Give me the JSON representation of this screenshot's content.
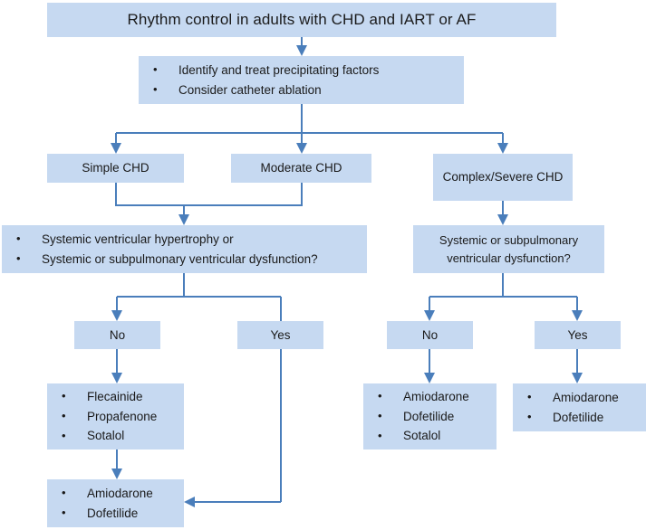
{
  "diagram": {
    "title": "Rhythm control in adults with CHD and IART or AF",
    "colors": {
      "node_fill": "#c6d9f1",
      "connector": "#4a7ebb",
      "text": "#1a1a1a",
      "background": "#ffffff"
    },
    "nodes": {
      "root": {
        "label": "Rhythm control in adults with CHD and IART or AF"
      },
      "initial_steps": {
        "items": [
          "Identify and treat precipitating factors",
          "Consider catheter ablation"
        ]
      },
      "simple_chd": {
        "label": "Simple CHD"
      },
      "moderate_chd": {
        "label": "Moderate CHD"
      },
      "complex_chd": {
        "label": "Complex/Severe CHD"
      },
      "question_left": {
        "items": [
          "Systemic ventricular hypertrophy or",
          "Systemic or subpulmonary ventricular dysfunction?"
        ]
      },
      "question_right": {
        "line1": "Systemic or subpulmonary",
        "line2": "ventricular dysfunction?"
      },
      "left_no": {
        "label": "No"
      },
      "left_yes": {
        "label": "Yes"
      },
      "right_no": {
        "label": "No"
      },
      "right_yes": {
        "label": "Yes"
      },
      "drugs_left_no": {
        "items": [
          "Flecainide",
          "Propafenone",
          "Sotalol"
        ]
      },
      "drugs_left_final": {
        "items": [
          "Amiodarone",
          "Dofetilide"
        ]
      },
      "drugs_right_no": {
        "items": [
          "Amiodarone",
          "Dofetilide",
          "Sotalol"
        ]
      },
      "drugs_right_yes": {
        "items": [
          "Amiodarone",
          "Dofetilide"
        ]
      }
    }
  }
}
